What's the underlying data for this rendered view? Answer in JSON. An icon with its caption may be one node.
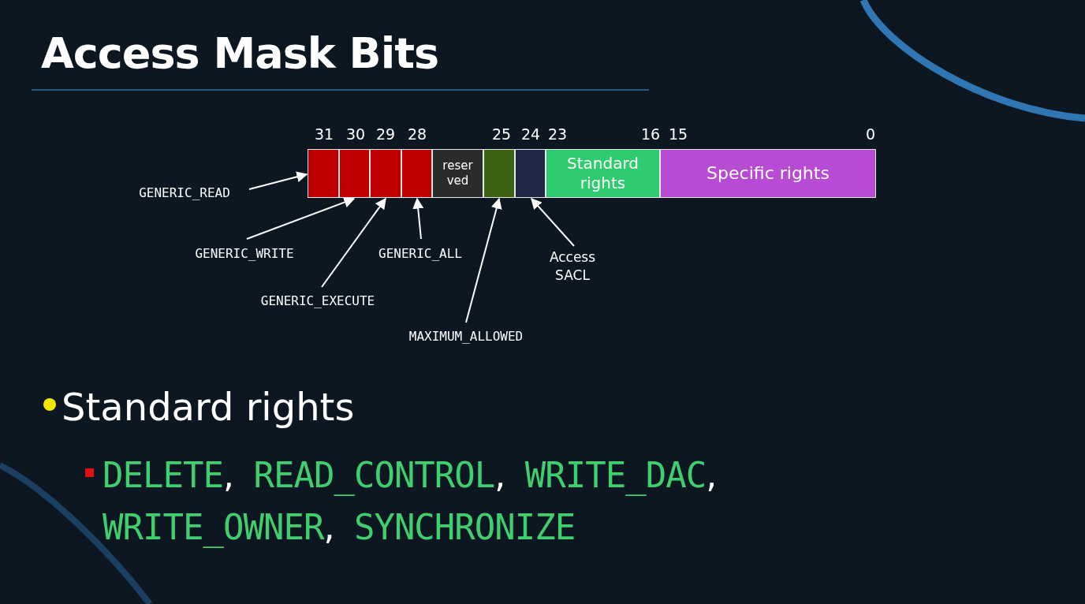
{
  "diagram": {
    "title": "Access Mask Bits",
    "nodes": [
      {
        "text": [],
        "shape": "box"
      },
      {
        "text": [],
        "shape": "box"
      },
      {
        "text": [],
        "shape": "box"
      },
      {
        "text": [],
        "shape": "box"
      },
      {
        "text": [
          "reser ved"
        ]
      },
      {
        "text": [],
        "shape": "box"
      },
      {
        "text": [],
        "shape": "box"
      },
      {
        "text": [
          "Standard rights"
        ]
      },
      {
        "text": [
          "Specific rights"
        ]
      },
      {
        "text": [
          "GENERIC_READ"
        ]
      },
      {
        "text": [
          "GENERIC_WRITE"
        ]
      },
      {
        "text": [
          "GENERIC_EXECUTE"
        ]
      },
      {
        "text": [
          "GENERIC_ALL"
        ]
      },
      {
        "text": [
          "MAXIMUM_ALLOWED"
        ]
      },
      {
        "text": [
          "Access SACL"
        ]
      }
    ],
    "edges": [
      {
        "from": 9,
        "to": 0,
        "arrow": "to"
      },
      {
        "from": 10,
        "to": 1,
        "arrow": "to"
      },
      {
        "from": 11,
        "to": 2,
        "arrow": "to"
      },
      {
        "from": 12,
        "to": 3,
        "arrow": "to"
      },
      {
        "from": 13,
        "to": 5,
        "arrow": "to"
      },
      {
        "from": 14,
        "to": 6,
        "arrow": "to"
      }
    ],
    "labels": [
      "31",
      "30",
      "29",
      "28",
      "25",
      "24",
      "23",
      "16",
      "15",
      "0",
      "Standard rights",
      "DELETE, READ_CONTROL, WRITE_DAC, WRITE_OWNER, SYNCHRONIZE"
    ]
  }
}
